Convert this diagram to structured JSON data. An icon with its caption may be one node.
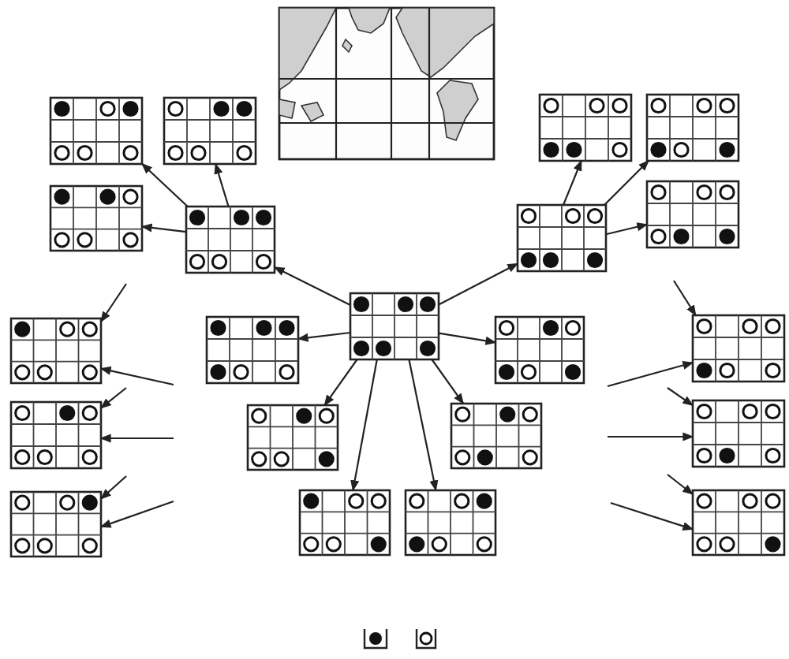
{
  "diagram": {
    "nodes": [
      {
        "text": [],
        "shape": "picture"
      },
      {
        "text": [],
        "shape": "box"
      },
      {
        "text": [],
        "shape": "box"
      },
      {
        "text": [],
        "shape": "box"
      },
      {
        "text": [],
        "shape": "box"
      },
      {
        "text": [],
        "shape": "box"
      },
      {
        "text": [],
        "shape": "box"
      },
      {
        "text": [],
        "shape": "box"
      },
      {
        "text": [],
        "shape": "box"
      },
      {
        "text": [],
        "shape": "box"
      },
      {
        "text": [],
        "shape": "box"
      },
      {
        "text": [],
        "shape": "box"
      },
      {
        "text": [],
        "shape": "box"
      },
      {
        "text": [],
        "shape": "box"
      },
      {
        "text": [],
        "shape": "box"
      },
      {
        "text": [],
        "shape": "box"
      },
      {
        "text": [],
        "shape": "box"
      },
      {
        "text": [],
        "shape": "box"
      },
      {
        "text": [],
        "shape": "box"
      },
      {
        "text": [],
        "shape": "box"
      },
      {
        "text": [],
        "shape": "box"
      },
      {
        "text": [],
        "shape": "box"
      }
    ],
    "edges": [
      {
        "from": 4,
        "to": 1,
        "arrow": "to"
      },
      {
        "from": 4,
        "to": 2,
        "arrow": "to"
      },
      {
        "from": 4,
        "to": 3,
        "arrow": "to"
      },
      {
        "from": 9,
        "to": 4,
        "arrow": "to"
      },
      {
        "from": 9,
        "to": 5,
        "arrow": "to"
      },
      {
        "from": 5,
        "to": 6,
        "arrow": "to"
      },
      {
        "from": 5,
        "to": 7,
        "arrow": "to"
      },
      {
        "from": 5,
        "to": 8,
        "arrow": "to"
      },
      {
        "from": 9,
        "to": 10,
        "arrow": "to"
      },
      {
        "from": 9,
        "to": 11,
        "arrow": "to"
      },
      {
        "from": 9,
        "to": 12,
        "arrow": "to"
      },
      {
        "from": 9,
        "to": 13,
        "arrow": "to"
      },
      {
        "from": 9,
        "to": 14,
        "arrow": "to"
      },
      {
        "from": 9,
        "to": 15,
        "arrow": "to"
      },
      {
        "from": null,
        "to": 16,
        "arrow": "to"
      },
      {
        "from": null,
        "to": 16,
        "arrow": "to"
      },
      {
        "from": null,
        "to": 17,
        "arrow": "to"
      },
      {
        "from": null,
        "to": 17,
        "arrow": "to"
      },
      {
        "from": null,
        "to": 18,
        "arrow": "to"
      },
      {
        "from": null,
        "to": 18,
        "arrow": "to"
      },
      {
        "from": null,
        "to": 19,
        "arrow": "to"
      },
      {
        "from": null,
        "to": 19,
        "arrow": "to"
      },
      {
        "from": null,
        "to": 20,
        "arrow": "to"
      },
      {
        "from": null,
        "to": 20,
        "arrow": "to"
      },
      {
        "from": null,
        "to": 21,
        "arrow": "to"
      },
      {
        "from": null,
        "to": 21,
        "arrow": "to"
      }
    ]
  }
}
